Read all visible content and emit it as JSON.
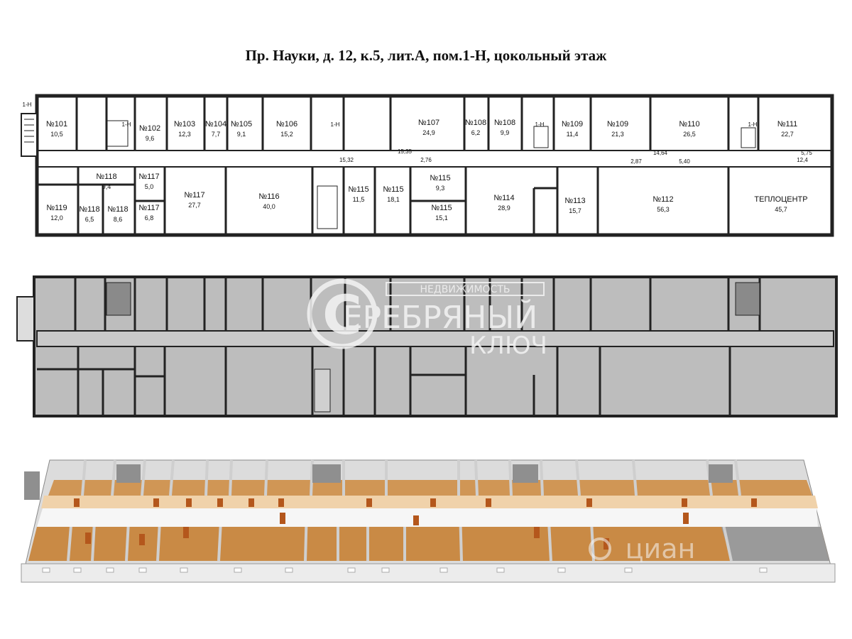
{
  "title": "Пр. Науки, д. 12, к.5, лит.А, пом.1-Н, цокольный этаж",
  "colors": {
    "wall": "#222222",
    "room_gray": "#b9b9b9",
    "floor_wood": "#c98a45",
    "heat_center": "#9a9a9a",
    "wall_3d": "#e8e8e8"
  },
  "plan": {
    "rooms": [
      {
        "name": "№101",
        "area": "10,5"
      },
      {
        "name": "№102",
        "area": "9,6"
      },
      {
        "name": "№103",
        "area": "12,3"
      },
      {
        "name": "№104",
        "area": "7,7"
      },
      {
        "name": "№105",
        "area": "9,1"
      },
      {
        "name": "№106",
        "area": "15,2"
      },
      {
        "name": "№107",
        "area": "24,9"
      },
      {
        "name": "№108",
        "area": "6,2"
      },
      {
        "name": "№108",
        "area": "9,9"
      },
      {
        "name": "№109",
        "area": "11,4"
      },
      {
        "name": "№109",
        "area": "21,3"
      },
      {
        "name": "№110",
        "area": "26,5"
      },
      {
        "name": "№111",
        "area": "22,7"
      },
      {
        "name": "№119",
        "area": "12,0"
      },
      {
        "name": "№118",
        "area": "9,4"
      },
      {
        "name": "№118",
        "area": "6,5"
      },
      {
        "name": "№118",
        "area": "8,6"
      },
      {
        "name": "№117",
        "area": "5,0"
      },
      {
        "name": "№117",
        "area": "6,8"
      },
      {
        "name": "№117",
        "area": "27,7"
      },
      {
        "name": "№116",
        "area": "40,0"
      },
      {
        "name": "№115",
        "area": "11,5"
      },
      {
        "name": "№115",
        "area": "18,1"
      },
      {
        "name": "№115",
        "area": "9,3"
      },
      {
        "name": "№115",
        "area": "15,1"
      },
      {
        "name": "№114",
        "area": "28,9"
      },
      {
        "name": "№113",
        "area": "15,7"
      },
      {
        "name": "№112",
        "area": "56,3"
      },
      {
        "name": "ТЕПЛОЦЕНТР",
        "area": "45,7"
      }
    ],
    "stair_labels": [
      "1-Н",
      "1-Н",
      "1-Н",
      "1-Н",
      "1-Н"
    ],
    "corridor_areas": [
      "15,32",
      "15,35",
      "2,76",
      "14,64",
      "2,87",
      "5,40",
      "5,75",
      "12,4"
    ]
  },
  "watermark": {
    "top_text": "НЕДВИЖИМОСТЬ",
    "main_text": "ЕРЕБРЯНЫЙ",
    "sub_text": "КЛЮЧ",
    "logo_letter": "С"
  },
  "cian_watermark": "циан"
}
